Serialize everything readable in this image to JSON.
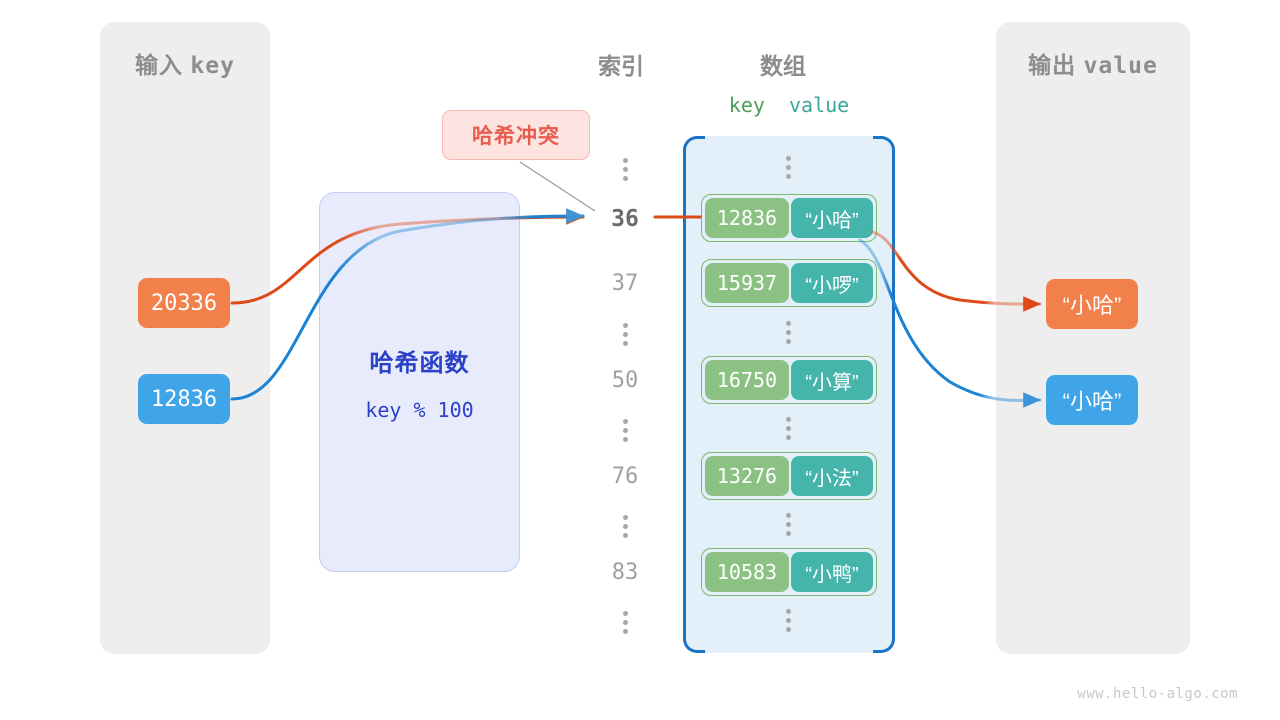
{
  "panels": {
    "input": {
      "title_cn": "输入",
      "title_mono": "key"
    },
    "output": {
      "title_cn": "输出",
      "title_mono": "value"
    }
  },
  "headers": {
    "index": "索引",
    "array": "数组",
    "key": "key",
    "value": "value"
  },
  "collision": {
    "label": "哈希冲突"
  },
  "hash_function": {
    "title": "哈希函数",
    "expression": "key % 100"
  },
  "input_keys": [
    {
      "value": "20336",
      "color": "#f2804b"
    },
    {
      "value": "12836",
      "color": "#40a5e8"
    }
  ],
  "output_values": [
    {
      "value": "“小哈”",
      "color": "#f2804b"
    },
    {
      "value": "“小哈”",
      "color": "#40a5e8"
    }
  ],
  "indices": [
    {
      "label": "36",
      "active": true
    },
    {
      "label": "37",
      "active": false
    },
    {
      "label": "50",
      "active": false
    },
    {
      "label": "76",
      "active": false
    },
    {
      "label": "83",
      "active": false
    }
  ],
  "buckets": [
    {
      "key": "12836",
      "value": "“小哈”"
    },
    {
      "key": "15937",
      "value": "“小啰”"
    },
    {
      "key": "16750",
      "value": "“小算”"
    },
    {
      "key": "13276",
      "value": "“小法”"
    },
    {
      "key": "10583",
      "value": "“小鸭”"
    }
  ],
  "colors": {
    "panel_bg": "#eeeeee",
    "array_bg": "#e3f0fa",
    "array_bracket": "#1a73c4",
    "key_box": "#8cc184",
    "value_box": "#45b5ab",
    "cell_border": "#7cb86f",
    "hash_box_bg": "#e7ebfb",
    "hash_box_border": "#c2cdf2",
    "hash_text": "#2b42c8",
    "collision_bg": "#fde4e1",
    "collision_border": "#f6b8b1",
    "collision_text": "#e85c4d",
    "wire_orange": "#dd4a18",
    "wire_blue": "#1a83d4",
    "header_gray": "#8d8d8d",
    "index_gray": "#a0a0a0",
    "index_active": "#6b6b6b"
  },
  "watermark": "www.hello-algo.com"
}
